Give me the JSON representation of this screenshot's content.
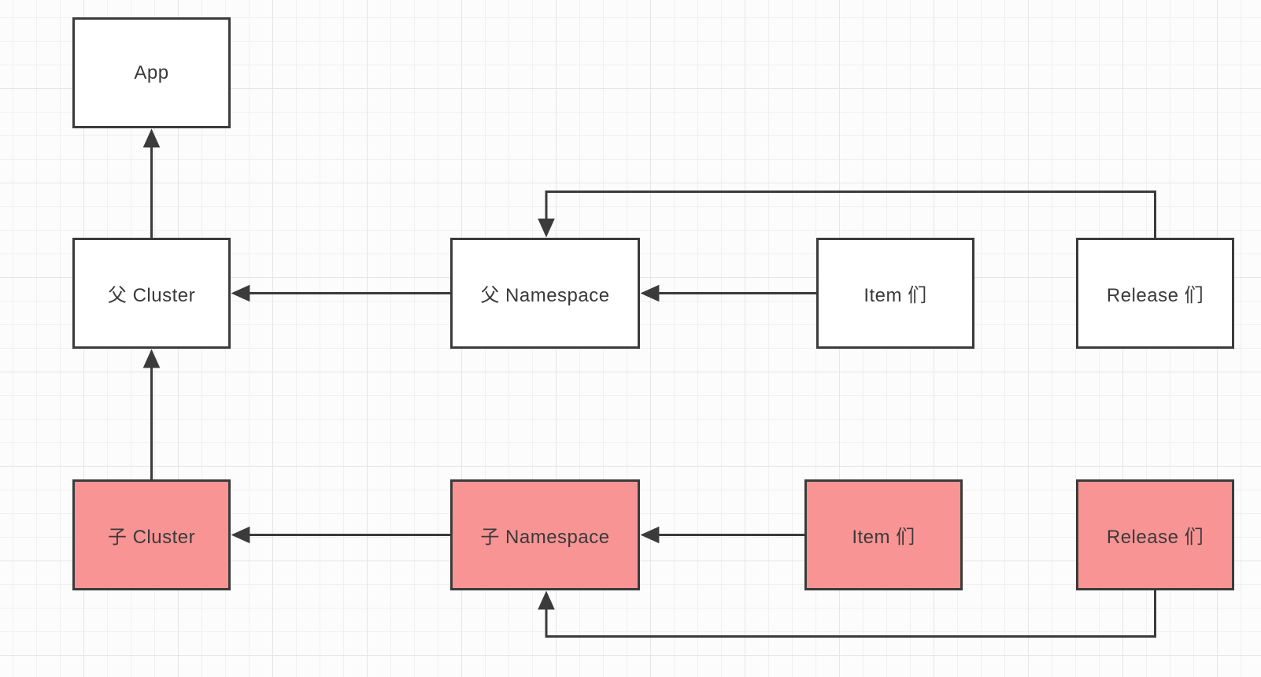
{
  "diagram": {
    "nodes": [
      {
        "id": "app",
        "label": "App",
        "variant": "white"
      },
      {
        "id": "parent-cluster",
        "label": "父 Cluster",
        "variant": "white"
      },
      {
        "id": "parent-namespace",
        "label": "父 Namespace",
        "variant": "white"
      },
      {
        "id": "parent-items",
        "label": "Item 们",
        "variant": "white"
      },
      {
        "id": "parent-releases",
        "label": "Release 们",
        "variant": "white"
      },
      {
        "id": "child-cluster",
        "label": "子 Cluster",
        "variant": "pink"
      },
      {
        "id": "child-namespace",
        "label": "子 Namespace",
        "variant": "pink"
      },
      {
        "id": "child-items",
        "label": "Item 们",
        "variant": "pink"
      },
      {
        "id": "child-releases",
        "label": "Release 们",
        "variant": "pink"
      }
    ],
    "edges": [
      {
        "from": "parent-cluster",
        "to": "app"
      },
      {
        "from": "parent-namespace",
        "to": "parent-cluster"
      },
      {
        "from": "parent-items",
        "to": "parent-namespace"
      },
      {
        "from": "parent-releases",
        "to": "parent-namespace"
      },
      {
        "from": "child-cluster",
        "to": "parent-cluster"
      },
      {
        "from": "child-namespace",
        "to": "child-cluster"
      },
      {
        "from": "child-items",
        "to": "child-namespace"
      },
      {
        "from": "child-releases",
        "to": "child-namespace"
      }
    ],
    "colors": {
      "canvas_bg": "#fcfcfc",
      "grid_minor": "#f0f0f0",
      "grid_major": "#e6e6e8",
      "node_border": "#3b3b3b",
      "node_fill_white": "#ffffff",
      "node_fill_pink": "#f99494",
      "edge": "#3b3b3b",
      "text": "#3a3a3a"
    }
  }
}
